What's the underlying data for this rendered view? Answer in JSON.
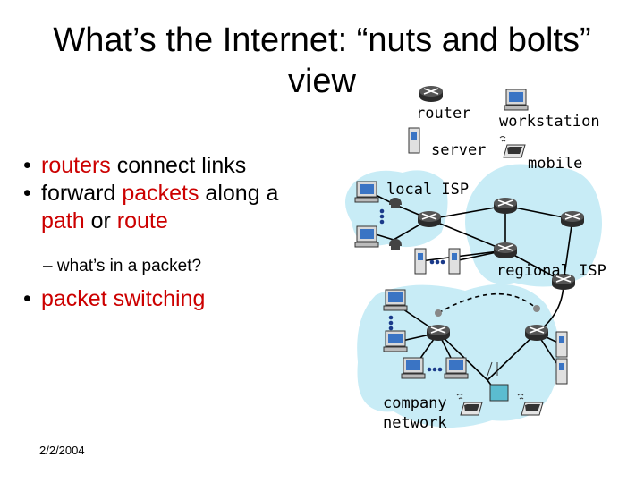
{
  "title": "What’s the Internet: “nuts and bolts” view",
  "bullets": [
    {
      "pre": "",
      "hl1": "routers",
      "mid": " connect links",
      "hl2": "",
      "post": "",
      "hl3": "",
      "end": ""
    },
    {
      "pre": "forward ",
      "hl1": "packets",
      "mid": " along a ",
      "hl2": "path",
      "post": " or ",
      "hl3": "route",
      "end": ""
    }
  ],
  "sub_bullet": "– what’s in a packet?",
  "packet_switching": "packet switching",
  "date": "2/2/2004",
  "legend": {
    "router": "router",
    "workstation": "workstation",
    "server": "server",
    "mobile": "mobile"
  },
  "networks": {
    "local_isp": "local ISP",
    "regional_isp": "regional ISP",
    "company_line1": "company",
    "company_line2": "network"
  },
  "colors": {
    "cloud": "#c8ecf6",
    "highlight": "#cc0000",
    "router": "#2b2b2b",
    "screen": "#3a74c4"
  }
}
